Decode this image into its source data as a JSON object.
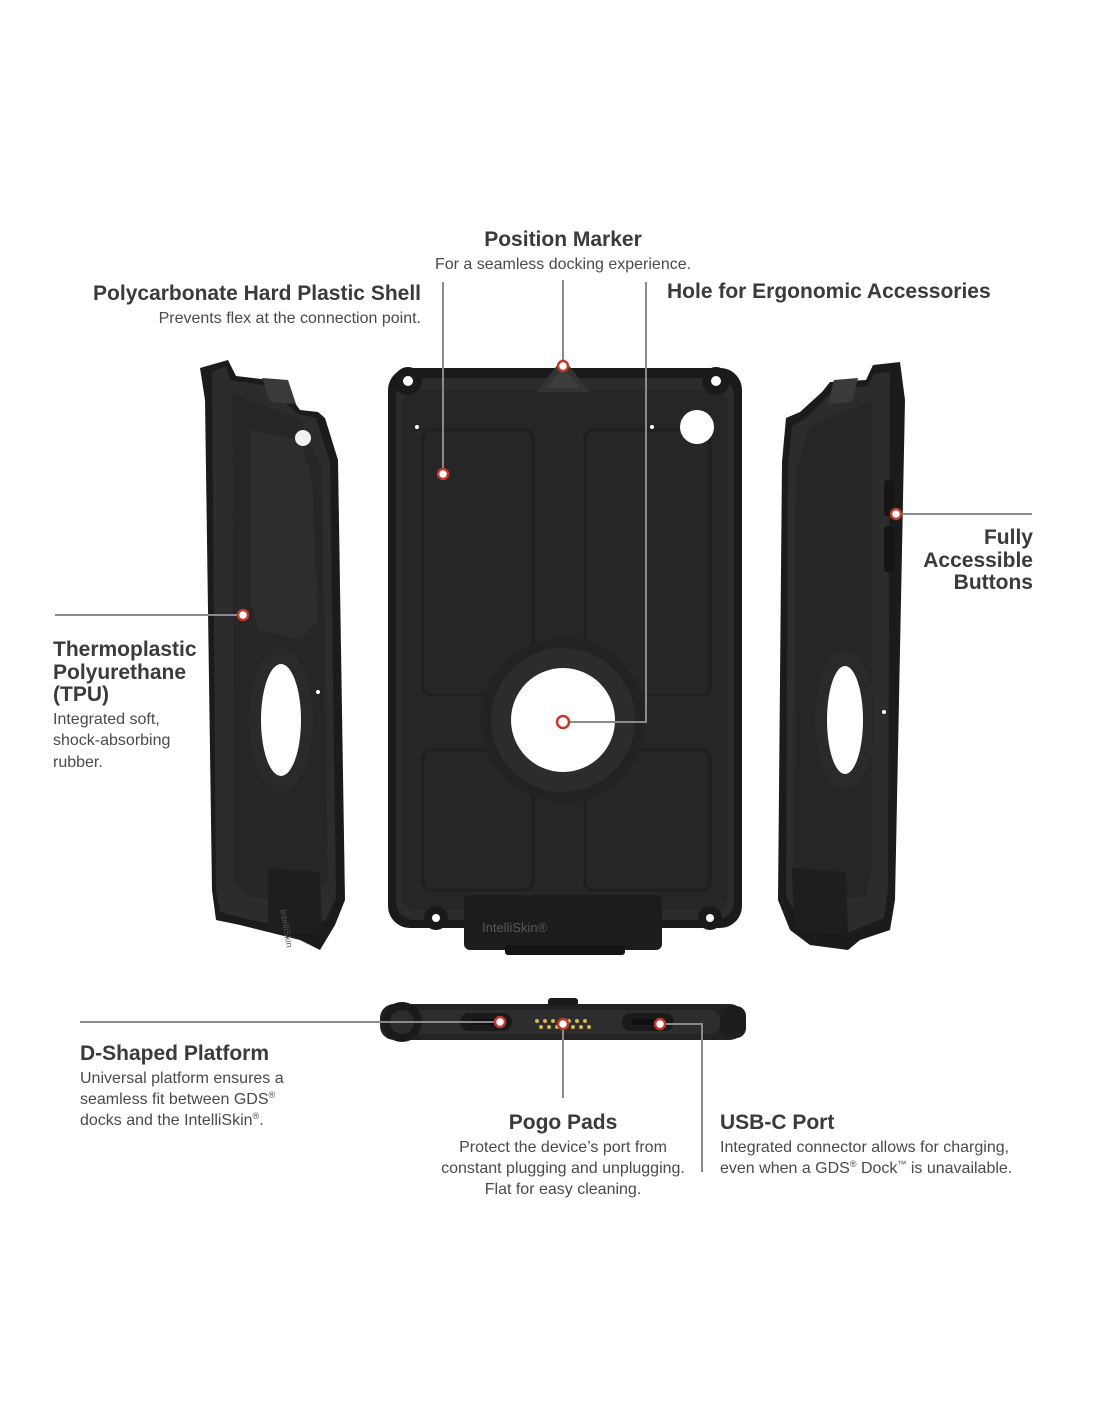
{
  "callouts": {
    "position_marker": {
      "title": "Position Marker",
      "desc": "For a seamless docking experience."
    },
    "polycarbonate": {
      "title": "Polycarbonate Hard Plastic Shell",
      "desc": "Prevents flex at the connection point."
    },
    "hole": {
      "title": "Hole for Ergonomic Accessories"
    },
    "buttons": {
      "title_1": "Fully",
      "title_2": "Accessible",
      "title_3": "Buttons"
    },
    "tpu": {
      "title_1": "Thermoplastic",
      "title_2": "Polyurethane",
      "title_3": "(TPU)",
      "desc_1": "Integrated soft,",
      "desc_2": "shock-absorbing",
      "desc_3": "rubber."
    },
    "dshaped": {
      "title": "D-Shaped Platform",
      "desc_1": "Universal platform ensures a",
      "desc_2_pre": "seamless fit between GDS",
      "desc_2_sup": "®",
      "desc_3_pre": "docks and the IntelliSkin",
      "desc_3_sup": "®",
      "desc_3_post": "."
    },
    "pogo": {
      "title": "Pogo Pads",
      "desc_1": "Protect the device’s port from",
      "desc_2": "constant plugging and unplugging.",
      "desc_3": "Flat for easy cleaning."
    },
    "usbc": {
      "title": "USB-C Port",
      "desc_1": "Integrated connector allows for charging,",
      "desc_2_pre": "even when a GDS",
      "desc_2_sup": "®",
      "desc_2_mid": " Dock",
      "desc_2_tm": "™",
      "desc_2_post": " is unavailable."
    }
  },
  "product_marks": {
    "brand_text": "IntelliSkin®"
  },
  "colors": {
    "case": "#2b2b2b",
    "case_dark": "#161616",
    "case_edge": "#3c3c3c",
    "line": "#8a8a8a",
    "dot": "#c0392b",
    "pogo": "#d4b64a"
  }
}
